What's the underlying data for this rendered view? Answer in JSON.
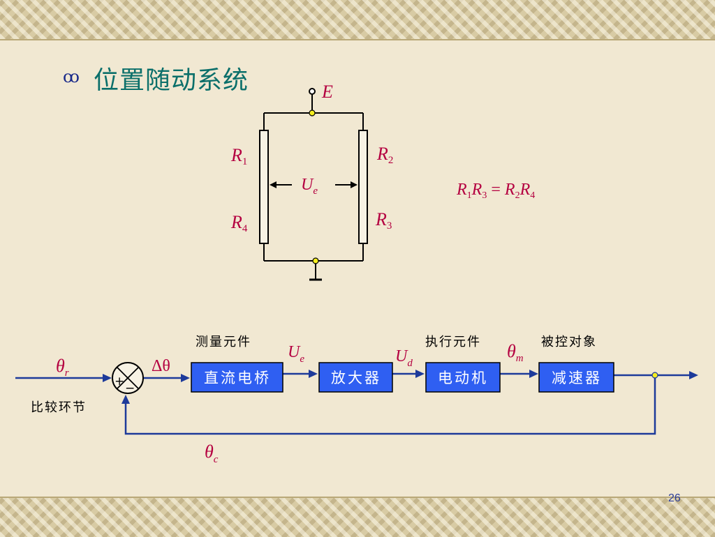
{
  "slide": {
    "title": "位置随动系统",
    "bullet_icon": "ꝏ",
    "page_number": "26"
  },
  "bridge": {
    "supply": {
      "symbol": "E"
    },
    "resistors": [
      {
        "symbol": "R",
        "sub": "1"
      },
      {
        "symbol": "R",
        "sub": "2"
      },
      {
        "symbol": "R",
        "sub": "3"
      },
      {
        "symbol": "R",
        "sub": "4"
      }
    ],
    "output_voltage": {
      "symbol": "U",
      "sub": "e"
    }
  },
  "balance_condition": {
    "lhs": [
      {
        "symbol": "R",
        "sub": "1"
      },
      {
        "symbol": "R",
        "sub": "3"
      }
    ],
    "equals": "=",
    "rhs": [
      {
        "symbol": "R",
        "sub": "2"
      },
      {
        "symbol": "R",
        "sub": "4"
      }
    ]
  },
  "block_diagram": {
    "input": {
      "symbol": "θ",
      "sub": "r"
    },
    "error": {
      "symbol": "Δθ"
    },
    "comparator": {
      "label": "比较环节",
      "plus": "+",
      "minus": "−"
    },
    "blocks": [
      {
        "label": "直流电桥",
        "group": "测量元件"
      },
      {
        "label": "放大器"
      },
      {
        "label": "电动机",
        "group": "执行元件"
      },
      {
        "label": "减速器",
        "group": "被控对象"
      }
    ],
    "signals": [
      {
        "symbol": "U",
        "sub": "e"
      },
      {
        "symbol": "U",
        "sub": "d"
      },
      {
        "symbol": "θ",
        "sub": "m"
      }
    ],
    "feedback": {
      "symbol": "θ",
      "sub": "c"
    }
  },
  "colors": {
    "line": "#000000",
    "block_fill": "#2f5ff2",
    "block_text": "#ffffff",
    "signal_line": "#1d3a9a",
    "symbol": "#b40040",
    "title": "#0b6f6a",
    "junction": "#f5ee20"
  }
}
